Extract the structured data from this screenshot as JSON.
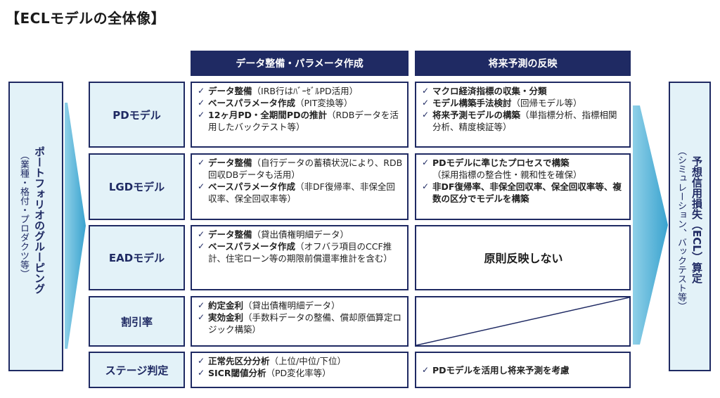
{
  "title": "【ECLモデルの全体像】",
  "columns": {
    "a": "データ整備・パラメータ作成",
    "b": "将来予測の反映"
  },
  "left_box": {
    "main": "ポートフォリオのグルーピング",
    "sub": "（業種・格付・プロダクツ等）"
  },
  "right_box": {
    "main": "予想信用損失（ECL）算定",
    "sub": "（シミュレーション、バックテスト等）"
  },
  "check": "✓",
  "rows": [
    {
      "label": "PDモデル",
      "a": [
        {
          "bold": "データ整備",
          "rest": "（IRB行はﾊﾞｰｾﾞﾙPD活用）"
        },
        {
          "bold": "ベースパラメータ作成",
          "rest": "（PIT変換等）"
        },
        {
          "bold": "12ヶ月PD・全期間PDの推計",
          "rest": "（RDBデータを活用したバックテスト等）"
        }
      ],
      "b": [
        {
          "bold": "マクロ経済指標の収集・分類",
          "rest": ""
        },
        {
          "bold": "モデル構築手法検討",
          "rest": "（回帰モデル等）"
        },
        {
          "bold": "将来予測モデルの構築",
          "rest": "（単指標分析、指標相関分析、精度検証等）"
        }
      ]
    },
    {
      "label": "LGDモデル",
      "a": [
        {
          "bold": "データ整備",
          "rest": "（自行データの蓄積状況により、RDB回収DBデータも活用）"
        },
        {
          "bold": "ベースパラメータ作成",
          "rest": "（非DF復帰率、非保全回収率、保全回収率等）"
        }
      ],
      "b": [
        {
          "bold": "PDモデルに準じたプロセスで構築",
          "rest": "（採用指標の整合性・親和性を確保）"
        },
        {
          "bold": "非DF復帰率、非保全回収率、保全回収率等、複数の区分でモデルを構築",
          "rest": ""
        }
      ]
    },
    {
      "label": "EADモデル",
      "a": [
        {
          "bold": "データ整備",
          "rest": "（貸出債権明細データ）"
        },
        {
          "bold": "ベースパラメータ作成",
          "rest": "（オフバラ項目のCCF推計、住宅ローン等の期限前償還率推計を含む）"
        }
      ],
      "b_text": "原則反映しない"
    },
    {
      "label": "割引率",
      "a": [
        {
          "bold": "約定金利",
          "rest": "（貸出債権明細データ）"
        },
        {
          "bold": "実効金利",
          "rest": "（手数料データの整備、償却原価算定ロジック構築）"
        }
      ]
    },
    {
      "label": "ステージ判定",
      "a": [
        {
          "bold": "正常先区分分析",
          "rest": "（上位/中位/下位）"
        },
        {
          "bold": "SICR閾値分析",
          "rest": "（PD変化率等）"
        }
      ],
      "b": [
        {
          "bold": "PDモデルを活用し将来予測を考慮",
          "rest": ""
        }
      ]
    }
  ],
  "colors": {
    "navy": "#1f2a63",
    "light_blue": "#e3f2f8",
    "arrow": "#5bb7d8"
  }
}
